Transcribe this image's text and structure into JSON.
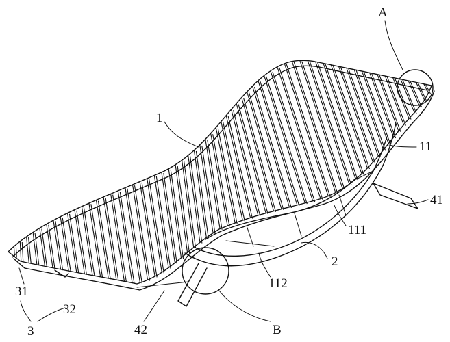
{
  "diagram": {
    "labels": {
      "A": "A",
      "B": "B",
      "n1": "1",
      "n2": "2",
      "n3": "3",
      "n11": "11",
      "n111": "111",
      "n112": "112",
      "n31": "31",
      "n32": "32",
      "n41": "41",
      "n42": "42"
    }
  }
}
